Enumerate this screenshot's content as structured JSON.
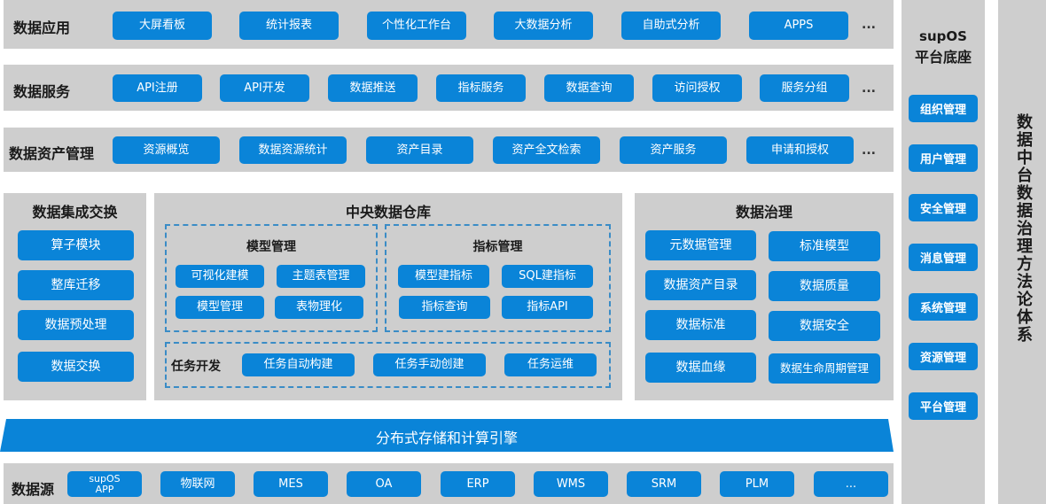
{
  "colors": {
    "panel": "#cecece",
    "button": "#0a84d8",
    "dashed_border": "#3a8cc6"
  },
  "data_app": {
    "label": "数据应用",
    "items": [
      "大屏看板",
      "统计报表",
      "个性化工作台",
      "大数据分析",
      "自助式分析",
      "APPS"
    ],
    "more": "..."
  },
  "data_service": {
    "label": "数据服务",
    "items": [
      "API注册",
      "API开发",
      "数据推送",
      "指标服务",
      "数据查询",
      "访问授权",
      "服务分组"
    ],
    "more": "..."
  },
  "data_asset": {
    "label": "数据资产管理",
    "items": [
      "资源概览",
      "数据资源统计",
      "资产目录",
      "资产全文检索",
      "资产服务",
      "申请和授权"
    ],
    "more": "..."
  },
  "integration": {
    "title": "数据集成交换",
    "items": [
      "算子模块",
      "整库迁移",
      "数据预处理",
      "数据交换"
    ]
  },
  "warehouse": {
    "title": "中央数据仓库",
    "model_mgmt": {
      "title": "模型管理",
      "items": [
        "可视化建模",
        "主题表管理",
        "模型管理",
        "表物理化"
      ]
    },
    "metric_mgmt": {
      "title": "指标管理",
      "items": [
        "模型建指标",
        "SQL建指标",
        "指标查询",
        "指标API"
      ]
    },
    "task_dev": {
      "title": "任务开发",
      "items": [
        "任务自动构建",
        "任务手动创建",
        "任务运维"
      ]
    }
  },
  "governance": {
    "title": "数据治理",
    "items": [
      "元数据管理",
      "标准模型",
      "数据资产目录",
      "数据质量",
      "数据标准",
      "数据安全",
      "数据血缘",
      "数据生命周期管理"
    ]
  },
  "engine": {
    "label": "分布式存储和计算引擎"
  },
  "data_source": {
    "label": "数据源",
    "items": [
      "supOS\nAPP",
      "物联网",
      "MES",
      "OA",
      "ERP",
      "WMS",
      "SRM",
      "PLM",
      "..."
    ]
  },
  "platform": {
    "title_line1": "supOS",
    "title_line2": "平台底座",
    "items": [
      "组织管理",
      "用户管理",
      "安全管理",
      "消息管理",
      "系统管理",
      "资源管理",
      "平台管理"
    ]
  },
  "methodology": {
    "label": "数据中台数据治理方法论体系"
  }
}
